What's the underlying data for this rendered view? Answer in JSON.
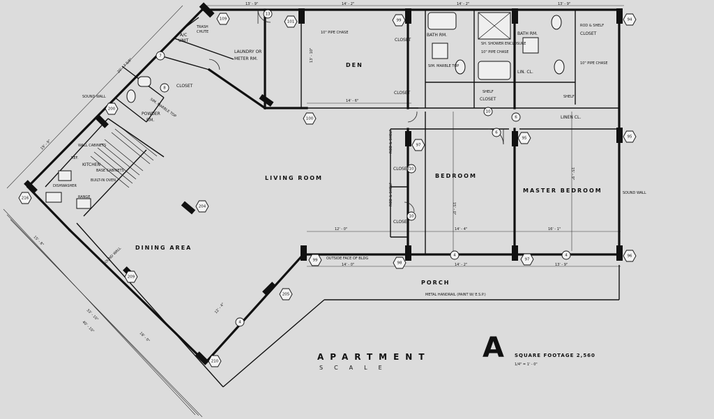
{
  "rooms": {
    "den": "DEN",
    "living": "LIVING ROOM",
    "dining": "DINING AREA",
    "bedroom": "BEDROOM",
    "master": "MASTER BEDROOM",
    "porch": "PORCH",
    "laundry_1": "LAUNDRY OR",
    "laundry_2": "METER RM.",
    "powder_1": "POWDER",
    "powder_2": "RM.",
    "kitchen": "KITCHEN",
    "bath_1": "BATH RM.",
    "bath_2": "BATH RM.",
    "closet_den": "CLOSET",
    "closet_den_2": "CLOSET",
    "closet_master": "CLOSET",
    "closet_laundry": "CLOSET",
    "closet_bed_1": "CLOSET",
    "closet_bed_2": "CLOSET",
    "closet_hall": "CLOSET",
    "linen": "LINEN CL.",
    "linen_2": "LIN. CL.",
    "ac_1": "A/C",
    "ac_2": "UNIT",
    "trash_1": "TRASH",
    "trash_2": "CHUTE"
  },
  "notes": {
    "pipe_chase_1": "10\" PIPE CHASE",
    "pipe_chase_2": "10\" PIPE CHASE",
    "pipe_chase_3": "10\" PIPE CHASE",
    "sound_wall_1": "SOUND WALL",
    "sound_wall_2": "SOUND WALL",
    "sound_wall_3": "SOUND WALL",
    "outside_face": "OUTSIDE FACE OF BLDG",
    "handrail": "METAL HANDRAIL (PAINT W/ E.S.P.)",
    "marble_top": "SIM. MARBLE TOP",
    "marble_top_2": "SIM. MARBLE TOP",
    "shower": "SH. SHOWER ENCLOSURE",
    "rod_shelf_1": "ROD & SHELF",
    "rod_shelf_2": "ROD & SHELF",
    "rod_shelf_3": "ROD & SHELF",
    "shelf_1": "SHELF",
    "shelf_2": "SHELF",
    "dishwasher": "DISHWASHER",
    "range": "RANGE",
    "oven": "BUILT-IN OVEN",
    "base_cabinets": "BASE CABINETS",
    "wall_cabinets": "WALL CABINETS",
    "refrig": "REF."
  },
  "dims": {
    "d1": "13' - 9\"",
    "d2": "14' - 2\"",
    "d3": "14' - 2\"",
    "d4": "13' - 9\"",
    "d5": "14' - 6\"",
    "d6": "13' - 10\"",
    "d7": "12' - 0\"",
    "d8": "14' - 4\"",
    "d9": "16' - 1\"",
    "d10": "14' - 0\"",
    "d11": "14' - 2\"",
    "d12": "13' - 9\"",
    "d13": "15' - 8\"",
    "d14": "19' - 9\"",
    "d15": "33' - 10\"",
    "d16": "40' - 10\"",
    "d17": "18' - 0\"",
    "d18": "20' - 7 5/8\"",
    "d19": "15' - 0\"",
    "d20": "15' - 9\"",
    "d21": "12' - 4\""
  },
  "tags": {
    "t100": "100",
    "t101": "101",
    "t109": "109",
    "t99a": "99",
    "t94": "94",
    "t95": "95",
    "t96": "96",
    "t97": "97",
    "t98": "98",
    "t99": "99",
    "t200": "200",
    "t204": "204",
    "t209": "209",
    "t205": "205",
    "t210": "210",
    "t216": "216",
    "t95b": "95",
    "t97b": "97",
    "t10a": "10",
    "t10b": "10",
    "t10c": "10",
    "t6a": "6",
    "t6b": "6",
    "t7": "7",
    "t8": "8",
    "t13": "13",
    "t4a": "4",
    "t4b": "4",
    "t4c": "4"
  },
  "title": {
    "word": "APARTMENT",
    "letter": "A",
    "scale_word": "SCALE",
    "footage": "SQUARE FOOTAGE 2,560",
    "scale_value": "1/4\" = 1' - 0\""
  }
}
